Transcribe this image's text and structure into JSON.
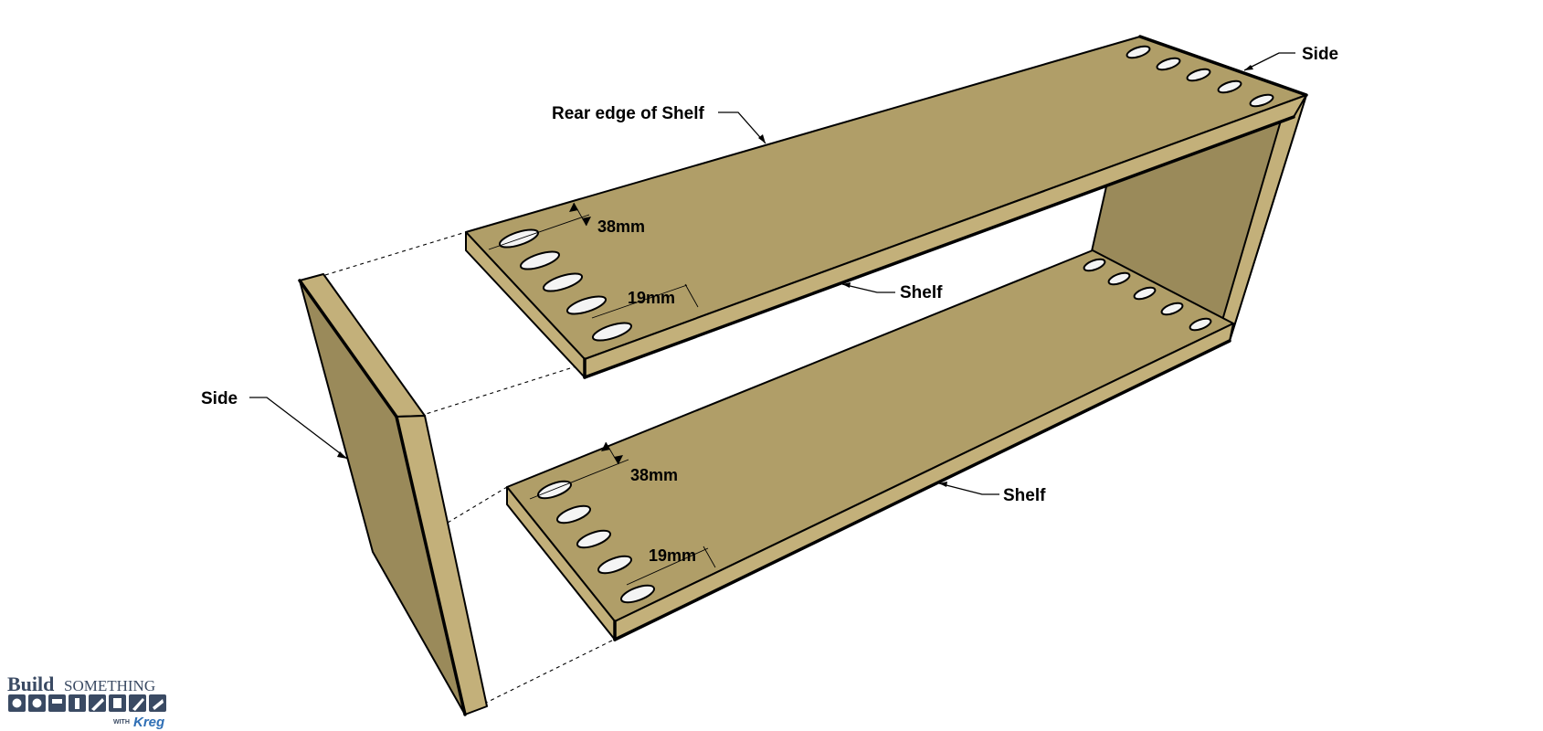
{
  "labels": {
    "rear_edge": "Rear edge of Shelf",
    "side_right": "Side",
    "side_left": "Side",
    "shelf_upper": "Shelf",
    "shelf_lower": "Shelf"
  },
  "dimensions": {
    "upper_edge_offset": "38mm",
    "upper_end_offset": "19mm",
    "lower_edge_offset": "38mm",
    "lower_end_offset": "19mm"
  },
  "logo": {
    "build": "Build",
    "something": "SOMETHING",
    "with": "WITH",
    "kreg": "Kreg"
  },
  "colors": {
    "panel_top": "#b09e68",
    "panel_front": "#c3b07a",
    "panel_side": "#988959",
    "logo_blue": "#3a4a63",
    "kreg_blue": "#2f6fb5"
  }
}
